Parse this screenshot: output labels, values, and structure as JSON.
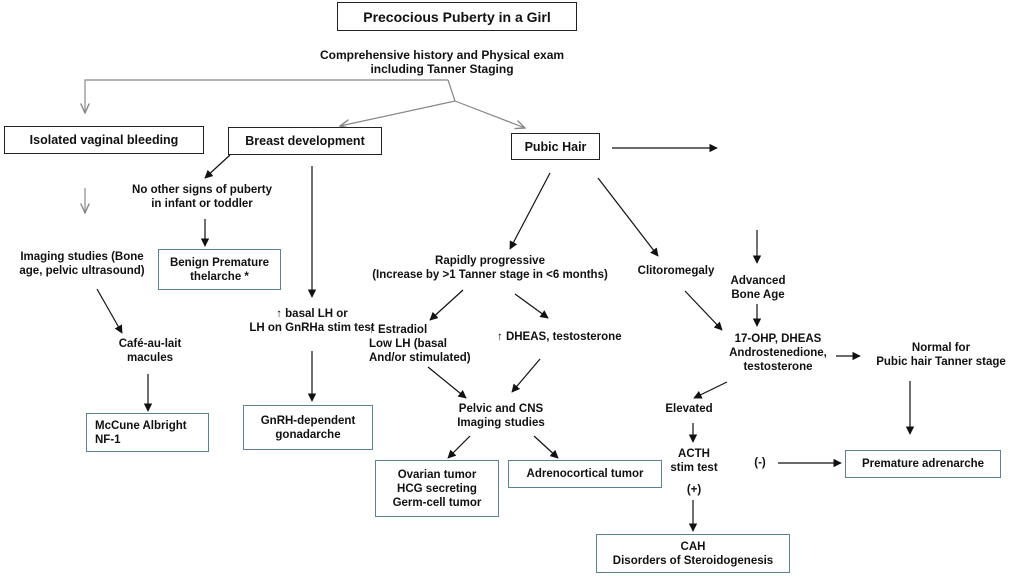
{
  "title": "Precocious Puberty in a Girl",
  "history": [
    "Comprehensive history and Physical exam",
    "including Tanner Staging"
  ],
  "nodes": {
    "vaginal_bleeding": "Isolated vaginal bleeding",
    "breast_development": "Breast development",
    "pubic_hair": "Pubic Hair",
    "no_other_signs": [
      "No other signs of puberty",
      "in infant or toddler"
    ],
    "imaging_bone": [
      "Imaging studies (Bone",
      "age, pelvic ultrasound)"
    ],
    "benign_thelarche": [
      "Benign Premature",
      "thelarche *"
    ],
    "basal_lh": [
      "↑ basal LH or",
      "LH on GnRHa stim test"
    ],
    "cafe_au_lait": [
      "Café-au-lait",
      "macules"
    ],
    "mccune": [
      "McCune Albright",
      "NF-1"
    ],
    "gnrh_dependent": [
      "GnRH-dependent",
      "gonadarche"
    ],
    "rapidly_progressive": [
      "Rapidly progressive",
      "(Increase by >1 Tanner stage in <6 months)"
    ],
    "estradiol": [
      "↑ Estradiol",
      "Low LH (basal",
      "And/or stimulated)"
    ],
    "dheas": "↑ DHEAS, testosterone",
    "pelvic_cns": [
      "Pelvic and CNS",
      "Imaging studies"
    ],
    "ovarian_tumor": [
      "Ovarian tumor",
      "HCG secreting",
      "Germ-cell tumor"
    ],
    "adrenocortical": "Adrenocortical tumor",
    "clitoromegaly": "Clitoromegaly",
    "advanced_bone": [
      "Advanced",
      "Bone Age"
    ],
    "ohp": [
      "17-OHP, DHEAS",
      "Androstenedione,",
      "testosterone"
    ],
    "normal_pubic": [
      "Normal for",
      "Pubic hair Tanner stage"
    ],
    "elevated": "Elevated",
    "acth": [
      "ACTH",
      "stim test"
    ],
    "neg": "(-)",
    "pos": "(+)",
    "premature_adrenarche": "Premature adrenarche",
    "cah": [
      "CAH",
      "Disorders of Steroidogenesis"
    ]
  },
  "colors": {
    "box_border": "#222222",
    "leaf_box_border": "#5a8296",
    "arrow": "#111111",
    "light_arrow": "#888888"
  }
}
